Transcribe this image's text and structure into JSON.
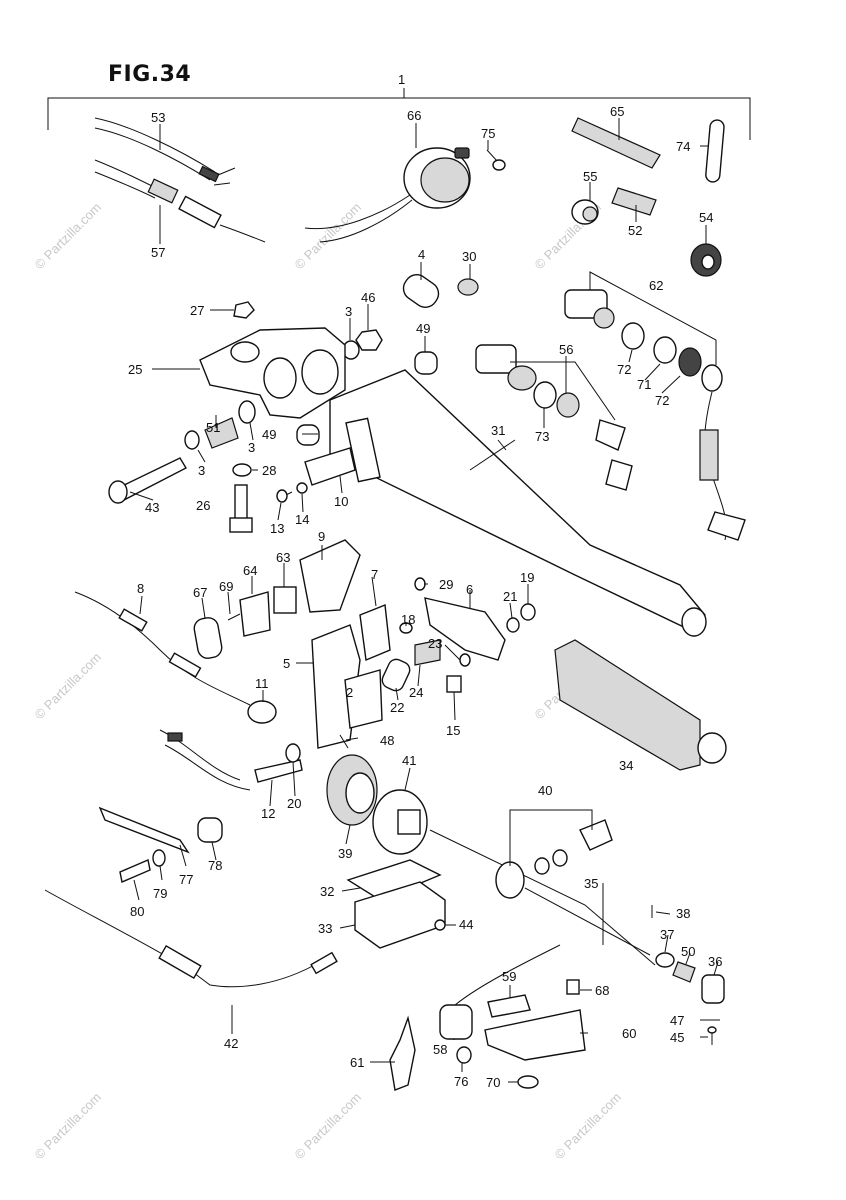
{
  "figure": {
    "title": "FIG.34"
  },
  "watermark": "© Partzilla.com",
  "labels": {
    "l1": "1",
    "l2": "2",
    "l3": "3",
    "l4": "4",
    "l5": "5",
    "l6": "6",
    "l7": "7",
    "l8": "8",
    "l9": "9",
    "l10": "10",
    "l11": "11",
    "l12": "12",
    "l13": "13",
    "l14": "14",
    "l15": "15",
    "l18": "18",
    "l19": "19",
    "l20": "20",
    "l21": "21",
    "l22": "22",
    "l23": "23",
    "l24": "24",
    "l25": "25",
    "l26": "26",
    "l27": "27",
    "l28": "28",
    "l29": "29",
    "l30": "30",
    "l31": "31",
    "l32": "32",
    "l33": "33",
    "l34": "34",
    "l35": "35",
    "l36": "36",
    "l37": "37",
    "l38": "38",
    "l39": "39",
    "l40": "40",
    "l41": "41",
    "l42": "42",
    "l43": "43",
    "l44": "44",
    "l45": "45",
    "l46": "46",
    "l47": "47",
    "l48": "48",
    "l49": "49",
    "l50": "50",
    "l51": "51",
    "l52": "52",
    "l53": "53",
    "l54": "54",
    "l55": "55",
    "l56": "56",
    "l57": "57",
    "l58": "58",
    "l59": "59",
    "l60": "60",
    "l61": "61",
    "l62": "62",
    "l63": "63",
    "l64": "64",
    "l65": "65",
    "l66": "66",
    "l67": "67",
    "l68": "68",
    "l69": "69",
    "l70": "70",
    "l71": "71",
    "l72": "72",
    "l73": "73",
    "l74": "74",
    "l75": "75",
    "l76": "76",
    "l77": "77",
    "l78": "78",
    "l79": "79",
    "l80": "80"
  }
}
